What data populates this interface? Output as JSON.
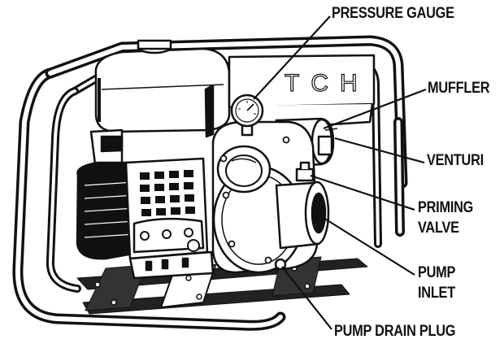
{
  "labels": {
    "pressure_gauge": "PRESSURE GAUGE",
    "muffler": "MUFFLER",
    "venturi": "VENTURI",
    "priming_valve_line1": "PRIMING",
    "priming_valve_line2": "VALVE",
    "pump_inlet_line1": "PUMP",
    "pump_inlet_line2": "INLET",
    "pump_drain_plug": "PUMP DRAIN PLUG"
  },
  "engine_brand": "TCH",
  "colors": {
    "ink": "#111111",
    "paper": "#ffffff"
  }
}
